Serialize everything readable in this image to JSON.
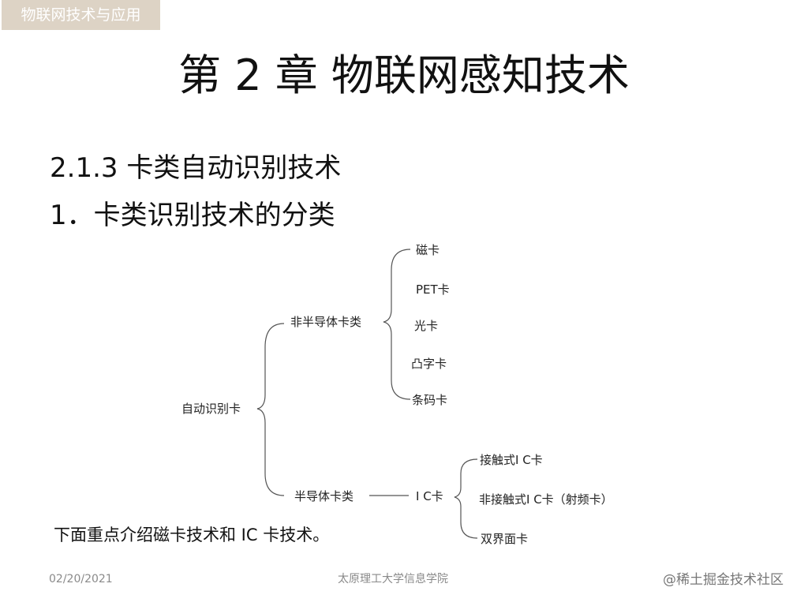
{
  "header": {
    "course_tag": "物联网技术与应用",
    "title": "第 2 章  物联网感知技术"
  },
  "bullets": {
    "section": "2.1.3  卡类自动识别技术",
    "item": "1．卡类识别技术的分类"
  },
  "diagram": {
    "root": "自动识别卡",
    "branch_non_semiconductor": "非半导体卡类",
    "branch_semiconductor": "半导体卡类",
    "non_semiconductor_items": [
      "磁卡",
      "PET卡",
      "光卡",
      "凸字卡",
      "条码卡"
    ],
    "ic_card": "I C卡",
    "ic_items": [
      "接触式I C卡",
      "非接触式I C卡（射频卡）",
      "双界面卡"
    ]
  },
  "note": "下面重点介绍磁卡技术和 IC 卡技术。",
  "footer": {
    "date": "02/20/2021",
    "school": "太原理工大学信息学院",
    "credit": "@稀土掘金技术社区"
  }
}
